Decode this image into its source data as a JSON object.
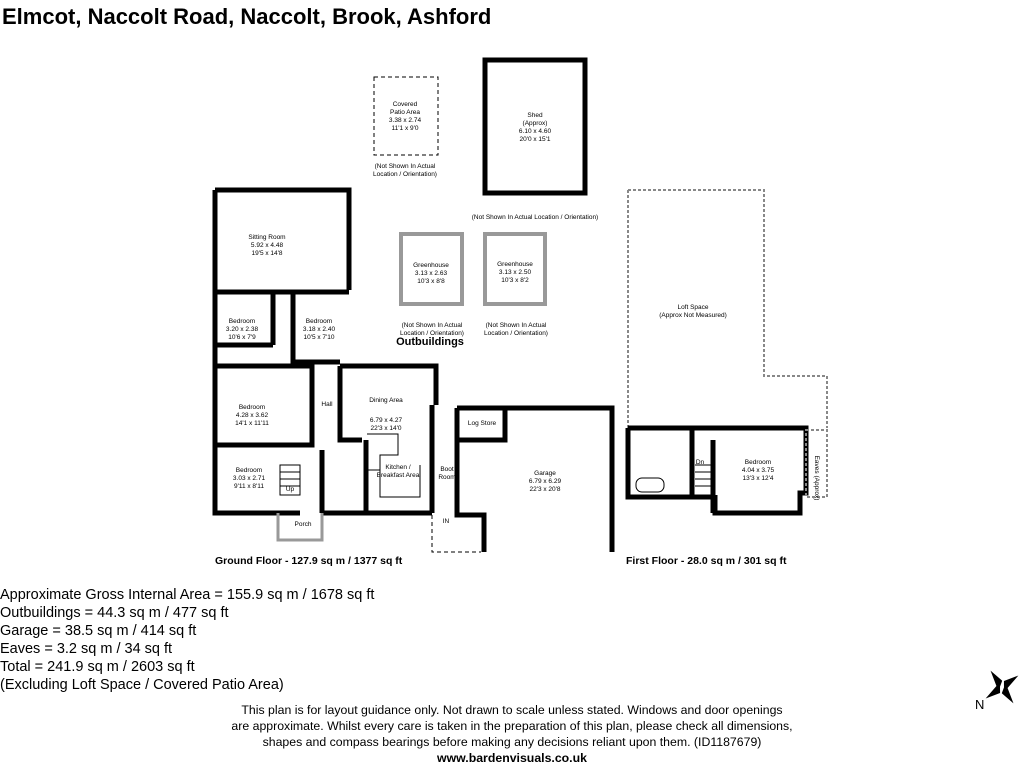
{
  "title": "Elmcot, Naccolt Road, Naccolt, Brook, Ashford",
  "rooms": {
    "patio": {
      "name": "Covered Patio Area",
      "metric": "3.38 x 2.74",
      "imperial": "11'1 x 9'0",
      "note": "(Not Shown In Actual Location / Orientation)"
    },
    "shed": {
      "name": "Shed",
      "sub": "(Approx)",
      "metric": "6.10 x 4.60",
      "imperial": "20'0 x 15'1",
      "note": "(Not Shown In Actual Location / Orientation)"
    },
    "greenhouse1": {
      "name": "Greenhouse",
      "metric": "3.13 x 2.63",
      "imperial": "10'3 x 8'8",
      "note": "(Not Shown In Actual Location / Orientation)"
    },
    "greenhouse2": {
      "name": "Greenhouse",
      "metric": "3.13 x 2.50",
      "imperial": "10'3 x 8'2",
      "note": "(Not Shown In Actual Location / Orientation)"
    },
    "sitting": {
      "name": "Sitting Room",
      "metric": "5.92 x 4.48",
      "imperial": "19'5 x 14'8"
    },
    "bed1": {
      "name": "Bedroom",
      "metric": "3.20 x 2.38",
      "imperial": "10'6 x 7'9"
    },
    "bed2": {
      "name": "Bedroom",
      "metric": "3.18 x 2.40",
      "imperial": "10'5 x 7'10"
    },
    "bed3": {
      "name": "Bedroom",
      "metric": "4.28 x 3.62",
      "imperial": "14'1 x 11'11"
    },
    "bed4": {
      "name": "Bedroom",
      "metric": "3.03 x 2.71",
      "imperial": "9'11 x 8'11"
    },
    "hall": "Hall",
    "up": "Up",
    "porch": "Porch",
    "dining": {
      "name": "Dining Area",
      "metric": "6.79 x 4.27",
      "imperial": "22'3 x 14'0"
    },
    "kitchen": {
      "name": "Kitchen / Breakfast Area"
    },
    "boot": "Boot Room",
    "logstore": "Log Store",
    "in": "IN",
    "garage": {
      "name": "Garage",
      "metric": "6.79 x 6.29",
      "imperial": "22'3 x 20'8"
    },
    "loft": {
      "name": "Loft Space",
      "sub": "(Approx Not Measured)"
    },
    "dn": "Dn",
    "bed5": {
      "name": "Bedroom",
      "metric": "4.04 x 3.75",
      "imperial": "13'3 x 12'4"
    },
    "eaves": "Eaves (Approx)"
  },
  "outbuildings_label": "Outbuildings",
  "ground_floor": "Ground Floor - 127.9 sq m / 1377 sq ft",
  "first_floor": "First Floor - 28.0 sq m / 301 sq ft",
  "areas": [
    "Approximate Gross Internal Area = 155.9 sq m / 1678 sq ft",
    "Outbuildings = 44.3 sq m / 477 sq ft",
    "Garage = 38.5 sq m / 414 sq ft",
    "Eaves = 3.2 sq m / 34 sq ft",
    "Total = 241.9 sq m / 2603 sq ft",
    "(Excluding Loft Space / Covered Patio Area)"
  ],
  "disclaimer": [
    "This plan is for layout guidance only. Not drawn to scale unless stated. Windows and door openings",
    "are approximate. Whilst every care is taken in the preparation of this plan, please check all dimensions,",
    "shapes and compass bearings before making any decisions reliant upon them. (ID1187679)"
  ],
  "website": "www.bardenvisuals.co.uk",
  "compass_label": "N"
}
